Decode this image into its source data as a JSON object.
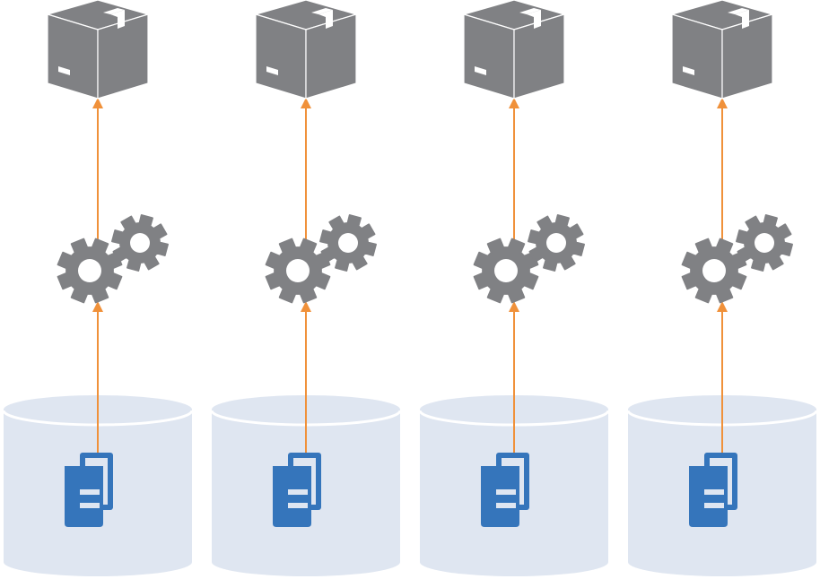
{
  "colors": {
    "background": "#ffffff",
    "package": "#808184",
    "package_mark": "#ffffff",
    "gear": "#808184",
    "gear_hole": "#ffffff",
    "arrow": "#f0913a",
    "database_fill": "#dfe6f1",
    "database_rim": "#ffffff",
    "document_front": "#3575bb",
    "document_lines": "#dfe6f1"
  },
  "pipelines": [
    {
      "id": "pipeline-1",
      "top_icon": "package-icon",
      "middle_icon": "gears-icon",
      "bottom_icon": "documents-icon",
      "container": "database-cylinder"
    },
    {
      "id": "pipeline-2",
      "top_icon": "package-icon",
      "middle_icon": "gears-icon",
      "bottom_icon": "documents-icon",
      "container": "database-cylinder"
    },
    {
      "id": "pipeline-3",
      "top_icon": "package-icon",
      "middle_icon": "gears-icon",
      "bottom_icon": "documents-icon",
      "container": "database-cylinder"
    },
    {
      "id": "pipeline-4",
      "top_icon": "package-icon",
      "middle_icon": "gears-icon",
      "bottom_icon": "documents-icon",
      "container": "database-cylinder"
    }
  ],
  "flow": {
    "direction": "bottom-to-top",
    "steps": [
      "documents-icon",
      "gears-icon",
      "package-icon"
    ]
  }
}
